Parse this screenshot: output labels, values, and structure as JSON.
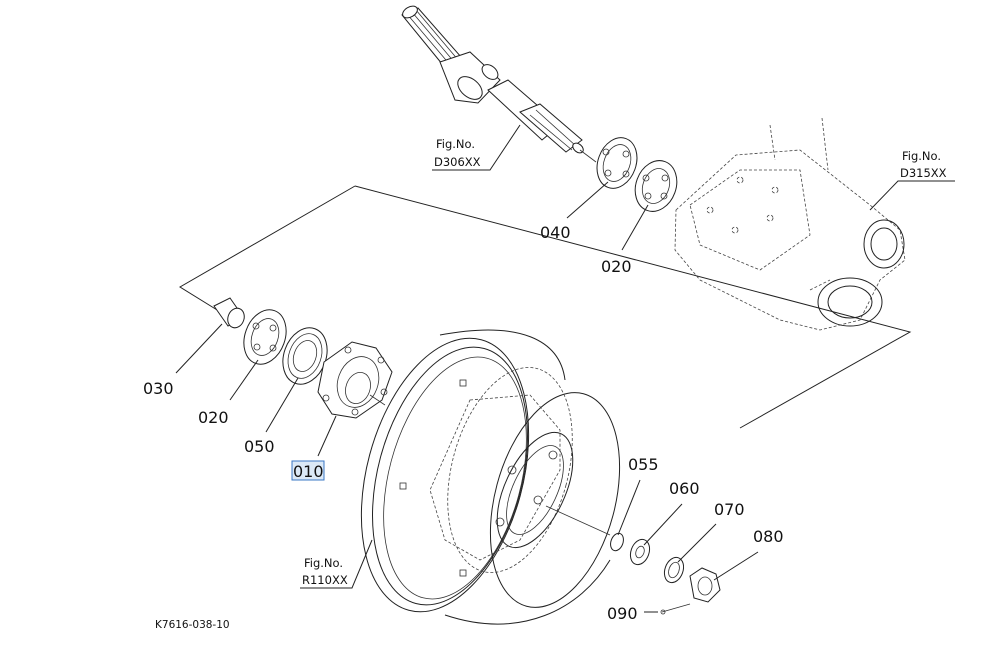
{
  "diagram_code": "K7616-038-10",
  "parts": [
    {
      "id": "p010",
      "label": "010",
      "selected": true
    },
    {
      "id": "p020a",
      "label": "020",
      "selected": false
    },
    {
      "id": "p020b",
      "label": "020",
      "selected": false
    },
    {
      "id": "p030",
      "label": "030",
      "selected": false
    },
    {
      "id": "p040",
      "label": "040",
      "selected": false
    },
    {
      "id": "p050",
      "label": "050",
      "selected": false
    },
    {
      "id": "p055",
      "label": "055",
      "selected": false
    },
    {
      "id": "p060",
      "label": "060",
      "selected": false
    },
    {
      "id": "p070",
      "label": "070",
      "selected": false
    },
    {
      "id": "p080",
      "label": "080",
      "selected": false
    },
    {
      "id": "p090",
      "label": "090",
      "selected": false
    }
  ],
  "figure_refs": [
    {
      "id": "d306",
      "line1": "Fig.No.",
      "line2": "D306XX"
    },
    {
      "id": "d315",
      "line1": "Fig.No.",
      "line2": "D315XX"
    },
    {
      "id": "r110",
      "line1": "Fig.No.",
      "line2": "R110XX"
    }
  ],
  "colors": {
    "line": "#222222",
    "highlight_fill": "#dbe9f7",
    "highlight_border": "#3b78c4"
  }
}
